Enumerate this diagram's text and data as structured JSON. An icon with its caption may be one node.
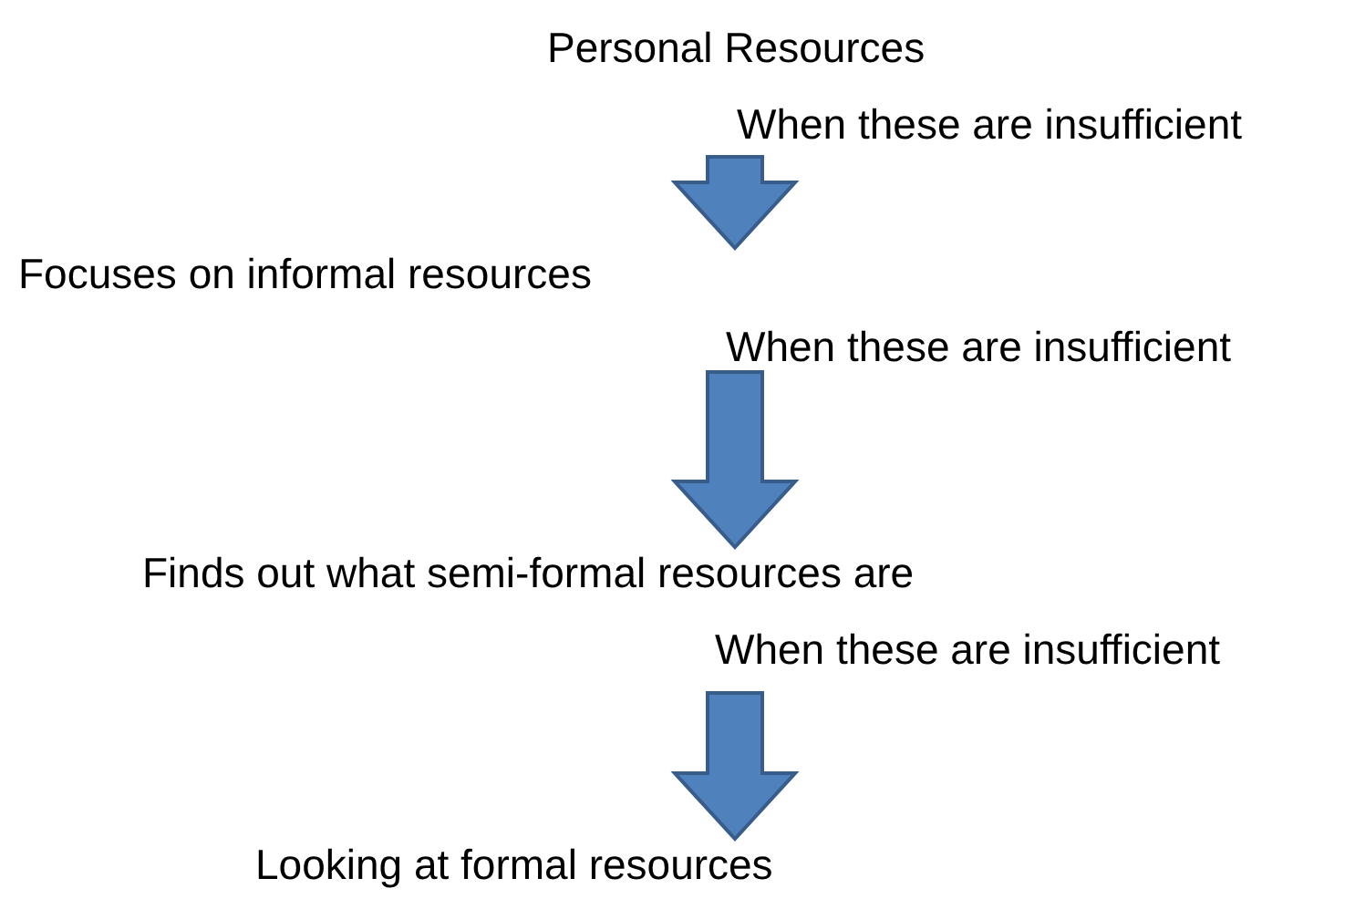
{
  "diagram": {
    "nodes": [
      {
        "text": [
          "Personal Resources"
        ]
      },
      {
        "text": [
          "Focuses on informal resources"
        ]
      },
      {
        "text": [
          "Finds out what semi-formal resources are"
        ]
      },
      {
        "text": [
          "Looking at formal resources"
        ]
      }
    ],
    "edges": [
      {
        "from": 0,
        "to": 1,
        "arrow": "to",
        "style": "thick",
        "label": "When these are insufficient"
      },
      {
        "from": 1,
        "to": 2,
        "arrow": "to",
        "style": "thick",
        "label": "When these are insufficient"
      },
      {
        "from": 2,
        "to": 3,
        "arrow": "to",
        "style": "thick",
        "label": "When these are insufficient"
      }
    ]
  }
}
